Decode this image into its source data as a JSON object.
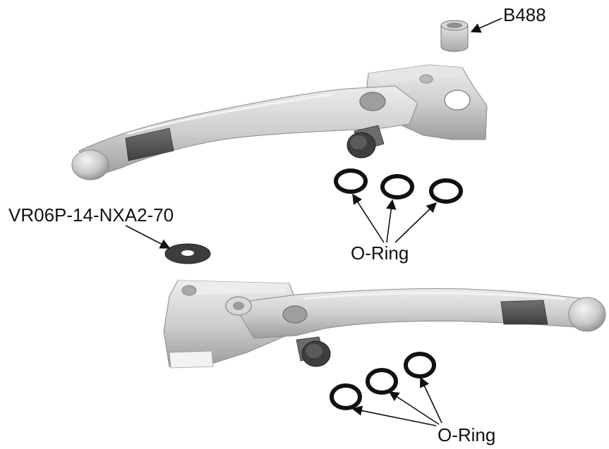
{
  "labels": {
    "b488": "B488",
    "washer_part": "VR06P-14-NXA2-70",
    "oring_top": "O-Ring",
    "oring_bottom": "O-Ring"
  },
  "parts": {
    "upper_lever": "upper-clutch-lever",
    "lower_lever": "lower-brake-lever",
    "bushing": "bushing",
    "washer": "washer",
    "o_rings_upper_count": 3,
    "o_rings_lower_count": 3
  },
  "colors": {
    "metal_light": "#d9d9d9",
    "metal_mid": "#bdbdbd",
    "metal_dark": "#8e8e8e",
    "grip_dark": "#555555",
    "knob": "#4a4a4a",
    "oring": "#111111",
    "arrow": "#111111"
  }
}
